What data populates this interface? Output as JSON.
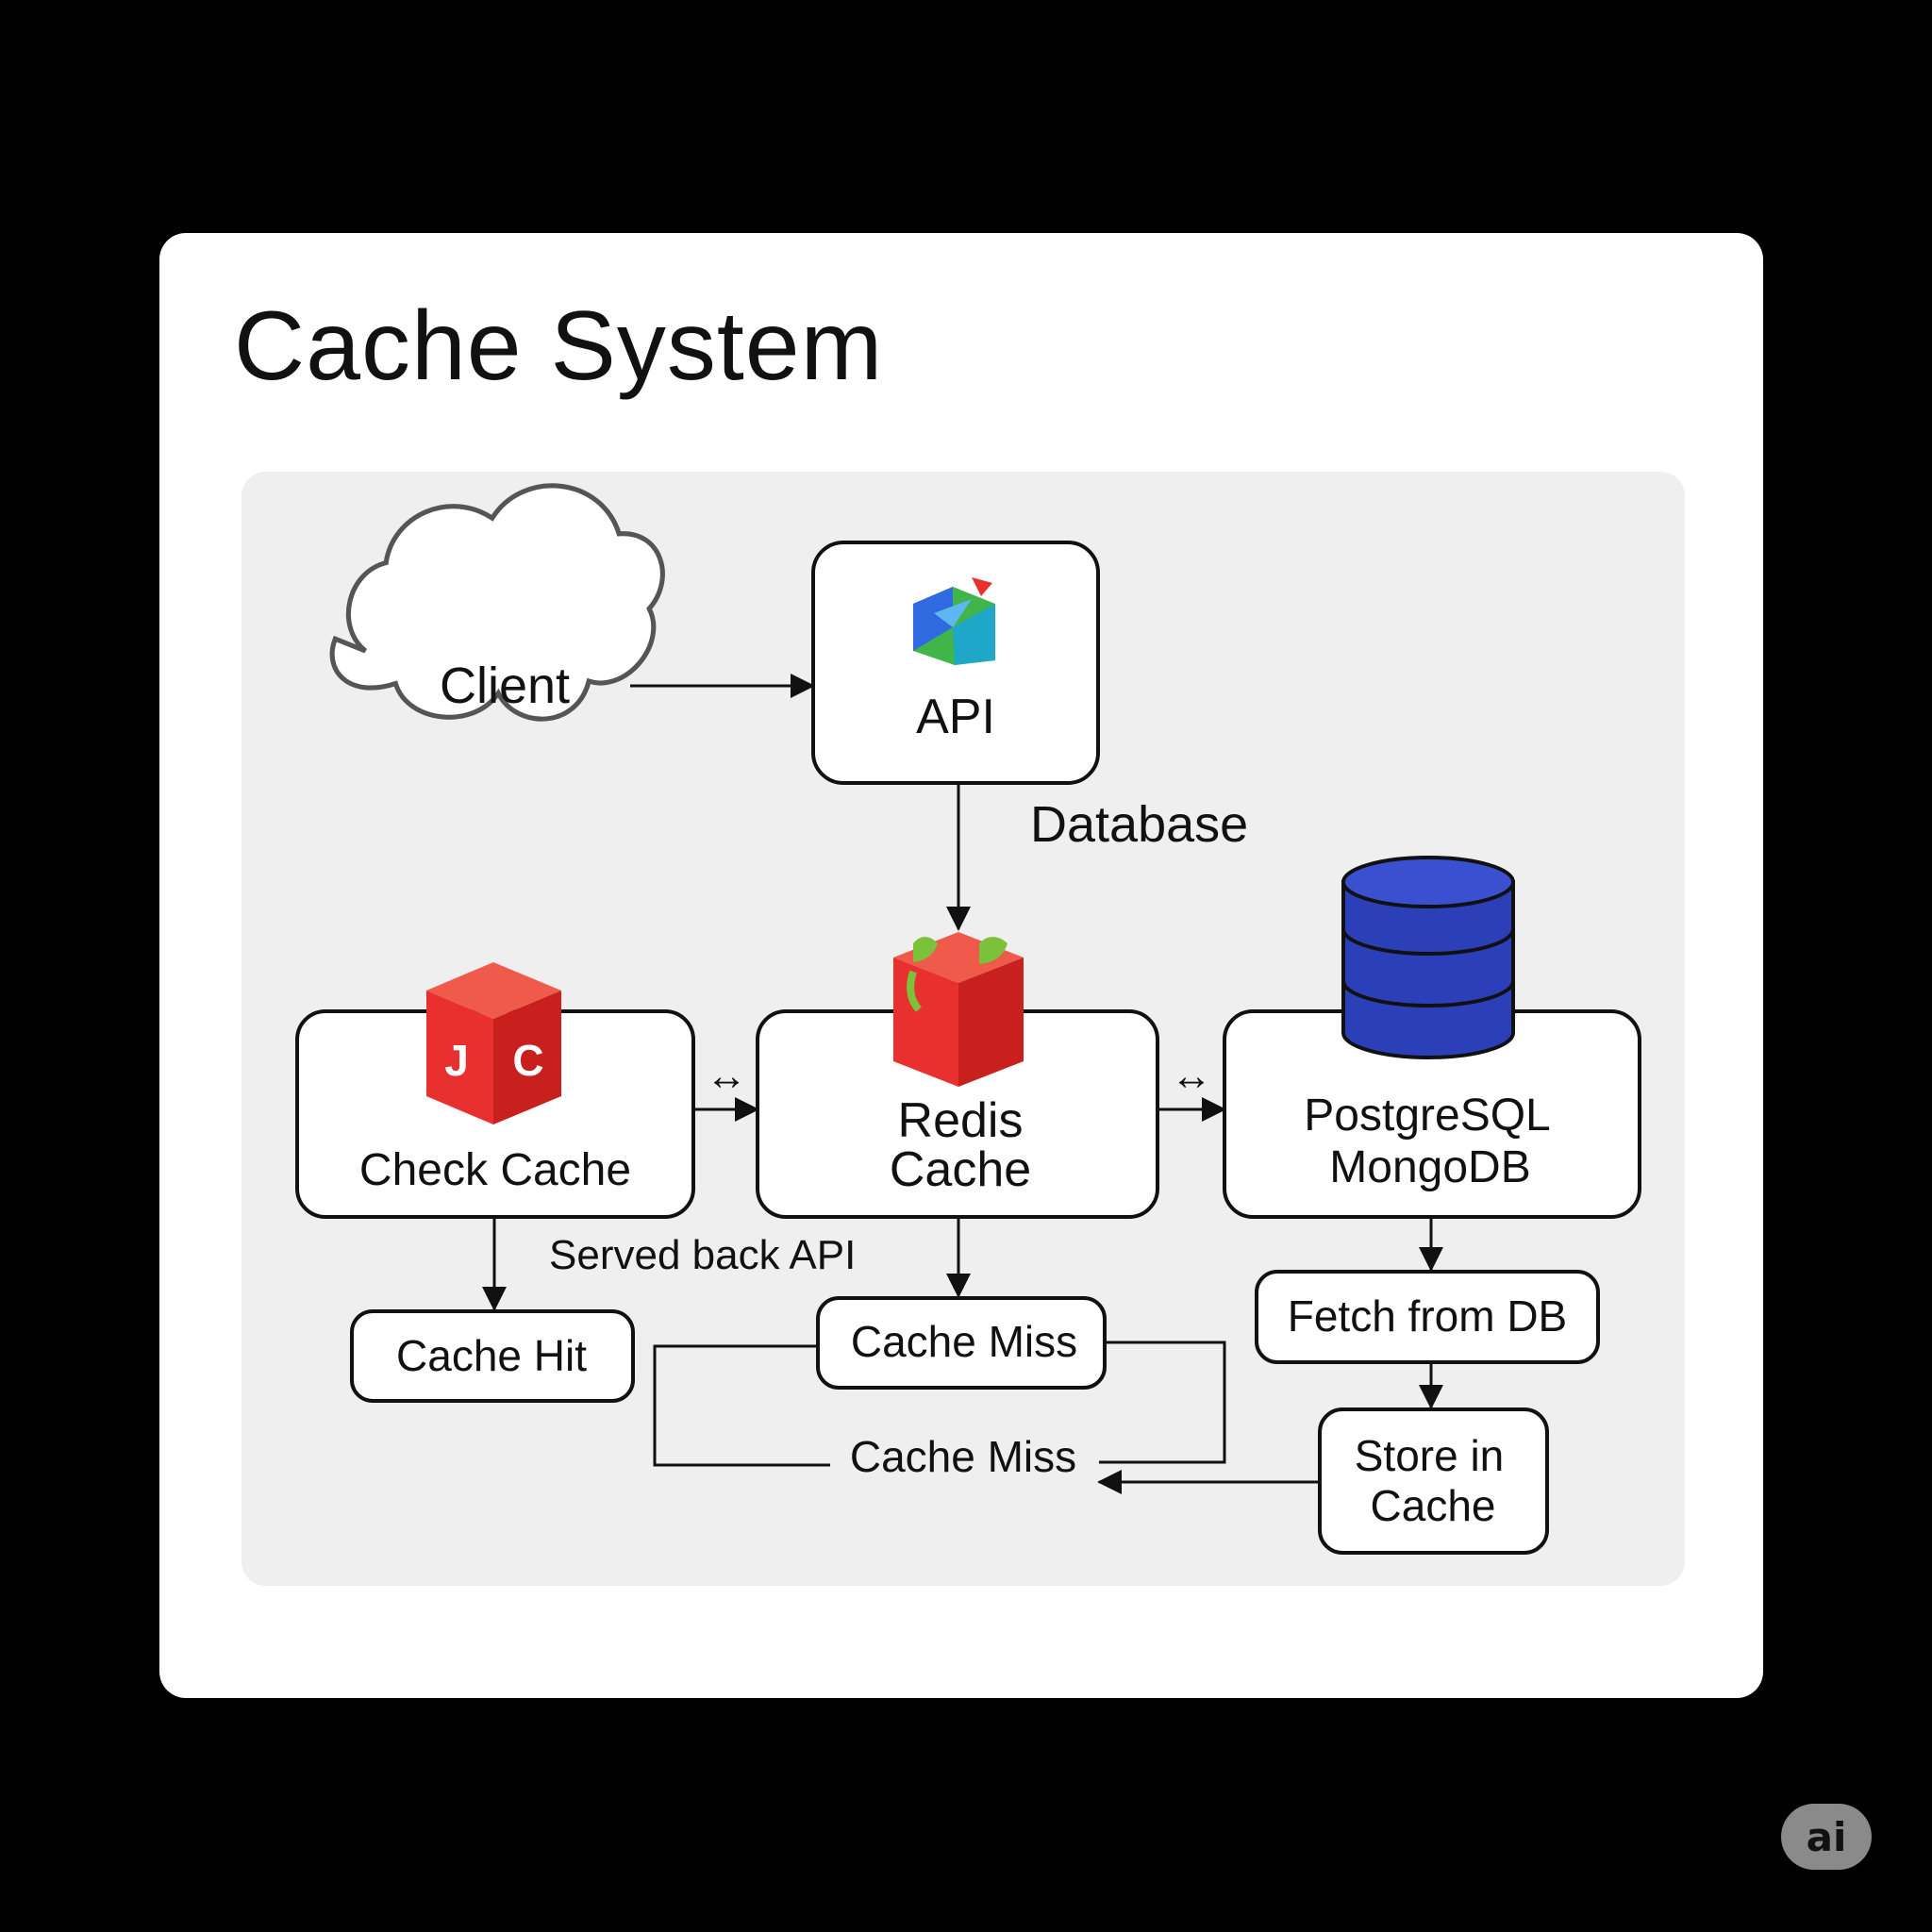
{
  "title": "Cache System",
  "nodes": {
    "client": "Client",
    "api": "API",
    "check_cache": "Check Cache",
    "redis_line1": "Redis",
    "redis_line2": "Cache",
    "db_line1": "PostgreSQL",
    "db_line2": "MongoDB",
    "cache_hit": "Cache Hit",
    "cache_miss": "Cache Miss",
    "fetch_from_db": "Fetch from DB",
    "store_line1": "Store in",
    "store_line2": "Cache"
  },
  "edge_labels": {
    "database": "Database",
    "served_back": "Served back API",
    "cache_miss_loop": "Cache Miss",
    "bidirectional_1": "↔",
    "bidirectional_2": "↔"
  },
  "icons": {
    "api": "api-cube-icon",
    "check_cache": "red-cube-icon",
    "redis": "redis-cube-icon",
    "database": "database-cylinder-icon"
  },
  "colors": {
    "redis_red": "#e8312f",
    "db_blue": "#2b3fb8",
    "api_blue": "#2f6ae0",
    "api_green": "#3fb54a"
  },
  "badge": "ai"
}
